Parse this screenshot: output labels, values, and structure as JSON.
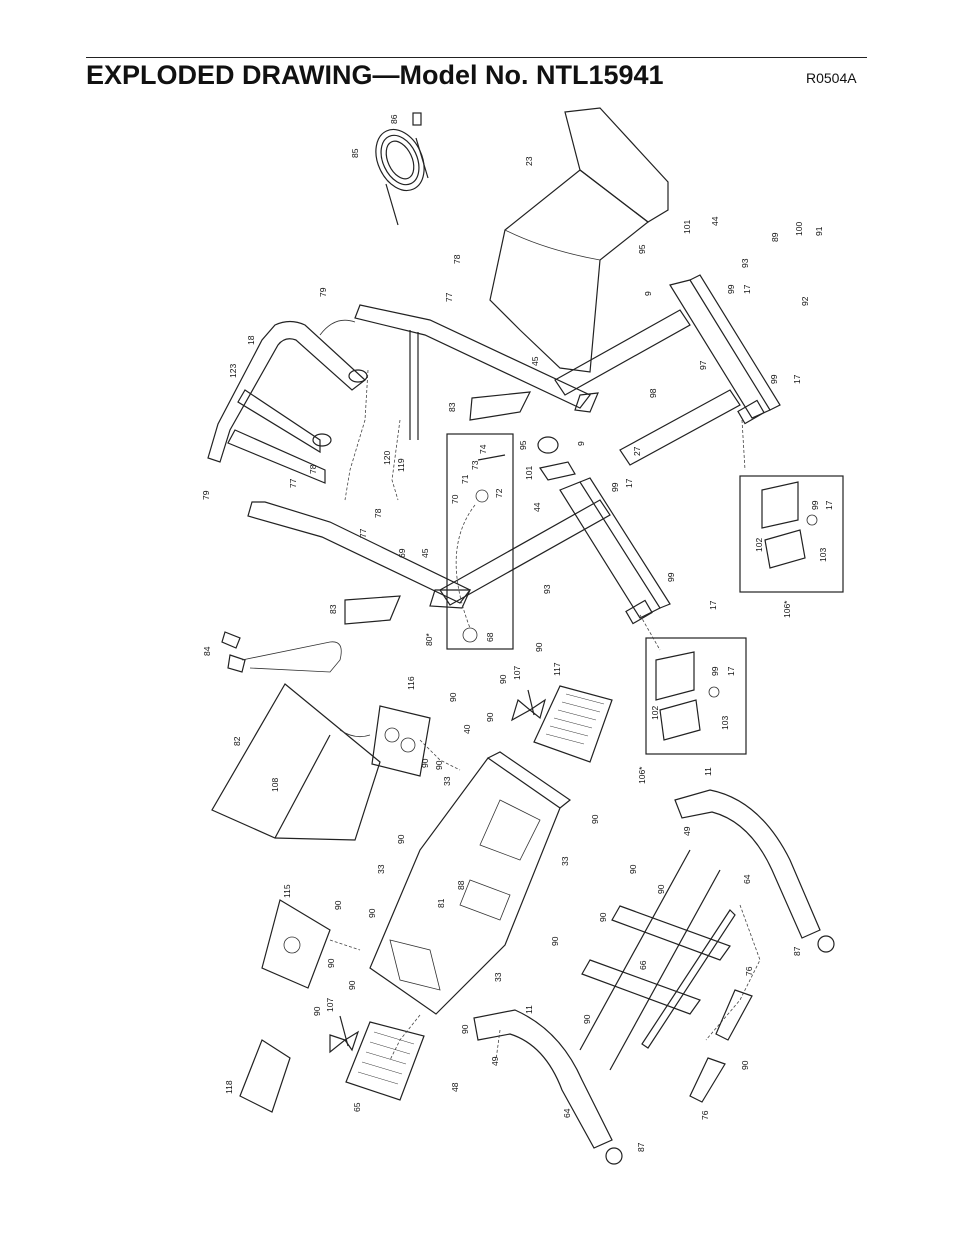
{
  "header": {
    "title": "EXPLODED DRAWING—Model No. NTL15941",
    "code": "R0504A"
  },
  "callouts": [
    {
      "id": "c85",
      "text": "85"
    },
    {
      "id": "c86",
      "text": "86"
    },
    {
      "id": "c23",
      "text": "23"
    },
    {
      "id": "c95a",
      "text": "95"
    },
    {
      "id": "c101a",
      "text": "101"
    },
    {
      "id": "c44a",
      "text": "44"
    },
    {
      "id": "c89",
      "text": "89"
    },
    {
      "id": "c100",
      "text": "100"
    },
    {
      "id": "c91",
      "text": "91"
    },
    {
      "id": "c93a",
      "text": "93"
    },
    {
      "id": "c9a",
      "text": "9"
    },
    {
      "id": "c99a",
      "text": "99"
    },
    {
      "id": "c17a",
      "text": "17"
    },
    {
      "id": "c92",
      "text": "92"
    },
    {
      "id": "c78a",
      "text": "78"
    },
    {
      "id": "c79a",
      "text": "79"
    },
    {
      "id": "c77a",
      "text": "77"
    },
    {
      "id": "c18",
      "text": "18"
    },
    {
      "id": "c123",
      "text": "123"
    },
    {
      "id": "c45a",
      "text": "45"
    },
    {
      "id": "c97",
      "text": "97"
    },
    {
      "id": "c98",
      "text": "98"
    },
    {
      "id": "c99b",
      "text": "99"
    },
    {
      "id": "c17b",
      "text": "17"
    },
    {
      "id": "c83a",
      "text": "83"
    },
    {
      "id": "c120",
      "text": "120"
    },
    {
      "id": "c119",
      "text": "119"
    },
    {
      "id": "c95b",
      "text": "95"
    },
    {
      "id": "c74",
      "text": "74"
    },
    {
      "id": "c73",
      "text": "73"
    },
    {
      "id": "c71",
      "text": "71"
    },
    {
      "id": "c9b",
      "text": "9"
    },
    {
      "id": "c27",
      "text": "27"
    },
    {
      "id": "c101b",
      "text": "101"
    },
    {
      "id": "c72",
      "text": "72"
    },
    {
      "id": "c70",
      "text": "70"
    },
    {
      "id": "c99c",
      "text": "99"
    },
    {
      "id": "c17c",
      "text": "17"
    },
    {
      "id": "c79b",
      "text": "79"
    },
    {
      "id": "c77b",
      "text": "77"
    },
    {
      "id": "c78b",
      "text": "78"
    },
    {
      "id": "c78c",
      "text": "78"
    },
    {
      "id": "c77c",
      "text": "77"
    },
    {
      "id": "c44b",
      "text": "44"
    },
    {
      "id": "c102a",
      "text": "102"
    },
    {
      "id": "c99d",
      "text": "99"
    },
    {
      "id": "c17d",
      "text": "17"
    },
    {
      "id": "c103a",
      "text": "103"
    },
    {
      "id": "c106a",
      "text": "106*"
    },
    {
      "id": "c69",
      "text": "69"
    },
    {
      "id": "c45b",
      "text": "45"
    },
    {
      "id": "c93b",
      "text": "93"
    },
    {
      "id": "c99e",
      "text": "99"
    },
    {
      "id": "c17e",
      "text": "17"
    },
    {
      "id": "c83b",
      "text": "83"
    },
    {
      "id": "c80",
      "text": "80*"
    },
    {
      "id": "c68",
      "text": "68"
    },
    {
      "id": "c84",
      "text": "84"
    },
    {
      "id": "c90a",
      "text": "90"
    },
    {
      "id": "c107a",
      "text": "107"
    },
    {
      "id": "c90b",
      "text": "90"
    },
    {
      "id": "c117",
      "text": "117"
    },
    {
      "id": "c102b",
      "text": "102"
    },
    {
      "id": "c99f",
      "text": "99"
    },
    {
      "id": "c17f",
      "text": "17"
    },
    {
      "id": "c103b",
      "text": "103"
    },
    {
      "id": "c106b",
      "text": "106*"
    },
    {
      "id": "c116",
      "text": "116"
    },
    {
      "id": "c90c",
      "text": "90"
    },
    {
      "id": "c82",
      "text": "82"
    },
    {
      "id": "c90d",
      "text": "90"
    },
    {
      "id": "c40",
      "text": "40"
    },
    {
      "id": "c90e",
      "text": "90"
    },
    {
      "id": "c90f",
      "text": "90"
    },
    {
      "id": "c108",
      "text": "108"
    },
    {
      "id": "c33a",
      "text": "33"
    },
    {
      "id": "c90g",
      "text": "90"
    },
    {
      "id": "c11a",
      "text": "11"
    },
    {
      "id": "c49a",
      "text": "49"
    },
    {
      "id": "c90h",
      "text": "90"
    },
    {
      "id": "c33b",
      "text": "33"
    },
    {
      "id": "c33c",
      "text": "33"
    },
    {
      "id": "c88",
      "text": "88"
    },
    {
      "id": "c81",
      "text": "81"
    },
    {
      "id": "c64a",
      "text": "64"
    },
    {
      "id": "c90i",
      "text": "90"
    },
    {
      "id": "c90j",
      "text": "90"
    },
    {
      "id": "c115",
      "text": "115"
    },
    {
      "id": "c90k",
      "text": "90"
    },
    {
      "id": "c90l",
      "text": "90"
    },
    {
      "id": "c90m",
      "text": "90"
    },
    {
      "id": "c87a",
      "text": "87"
    },
    {
      "id": "c90n",
      "text": "90"
    },
    {
      "id": "c66",
      "text": "66"
    },
    {
      "id": "c90o",
      "text": "90"
    },
    {
      "id": "c33d",
      "text": "33"
    },
    {
      "id": "c90p",
      "text": "90"
    },
    {
      "id": "c107b",
      "text": "107"
    },
    {
      "id": "c90q",
      "text": "90"
    },
    {
      "id": "c11b",
      "text": "11"
    },
    {
      "id": "c76a",
      "text": "76"
    },
    {
      "id": "c90r",
      "text": "90"
    },
    {
      "id": "c90s",
      "text": "90"
    },
    {
      "id": "c49b",
      "text": "49"
    },
    {
      "id": "c90t",
      "text": "90"
    },
    {
      "id": "c118",
      "text": "118"
    },
    {
      "id": "c65",
      "text": "65"
    },
    {
      "id": "c48",
      "text": "48"
    },
    {
      "id": "c64b",
      "text": "64"
    },
    {
      "id": "c76b",
      "text": "76"
    },
    {
      "id": "c87b",
      "text": "87"
    }
  ]
}
